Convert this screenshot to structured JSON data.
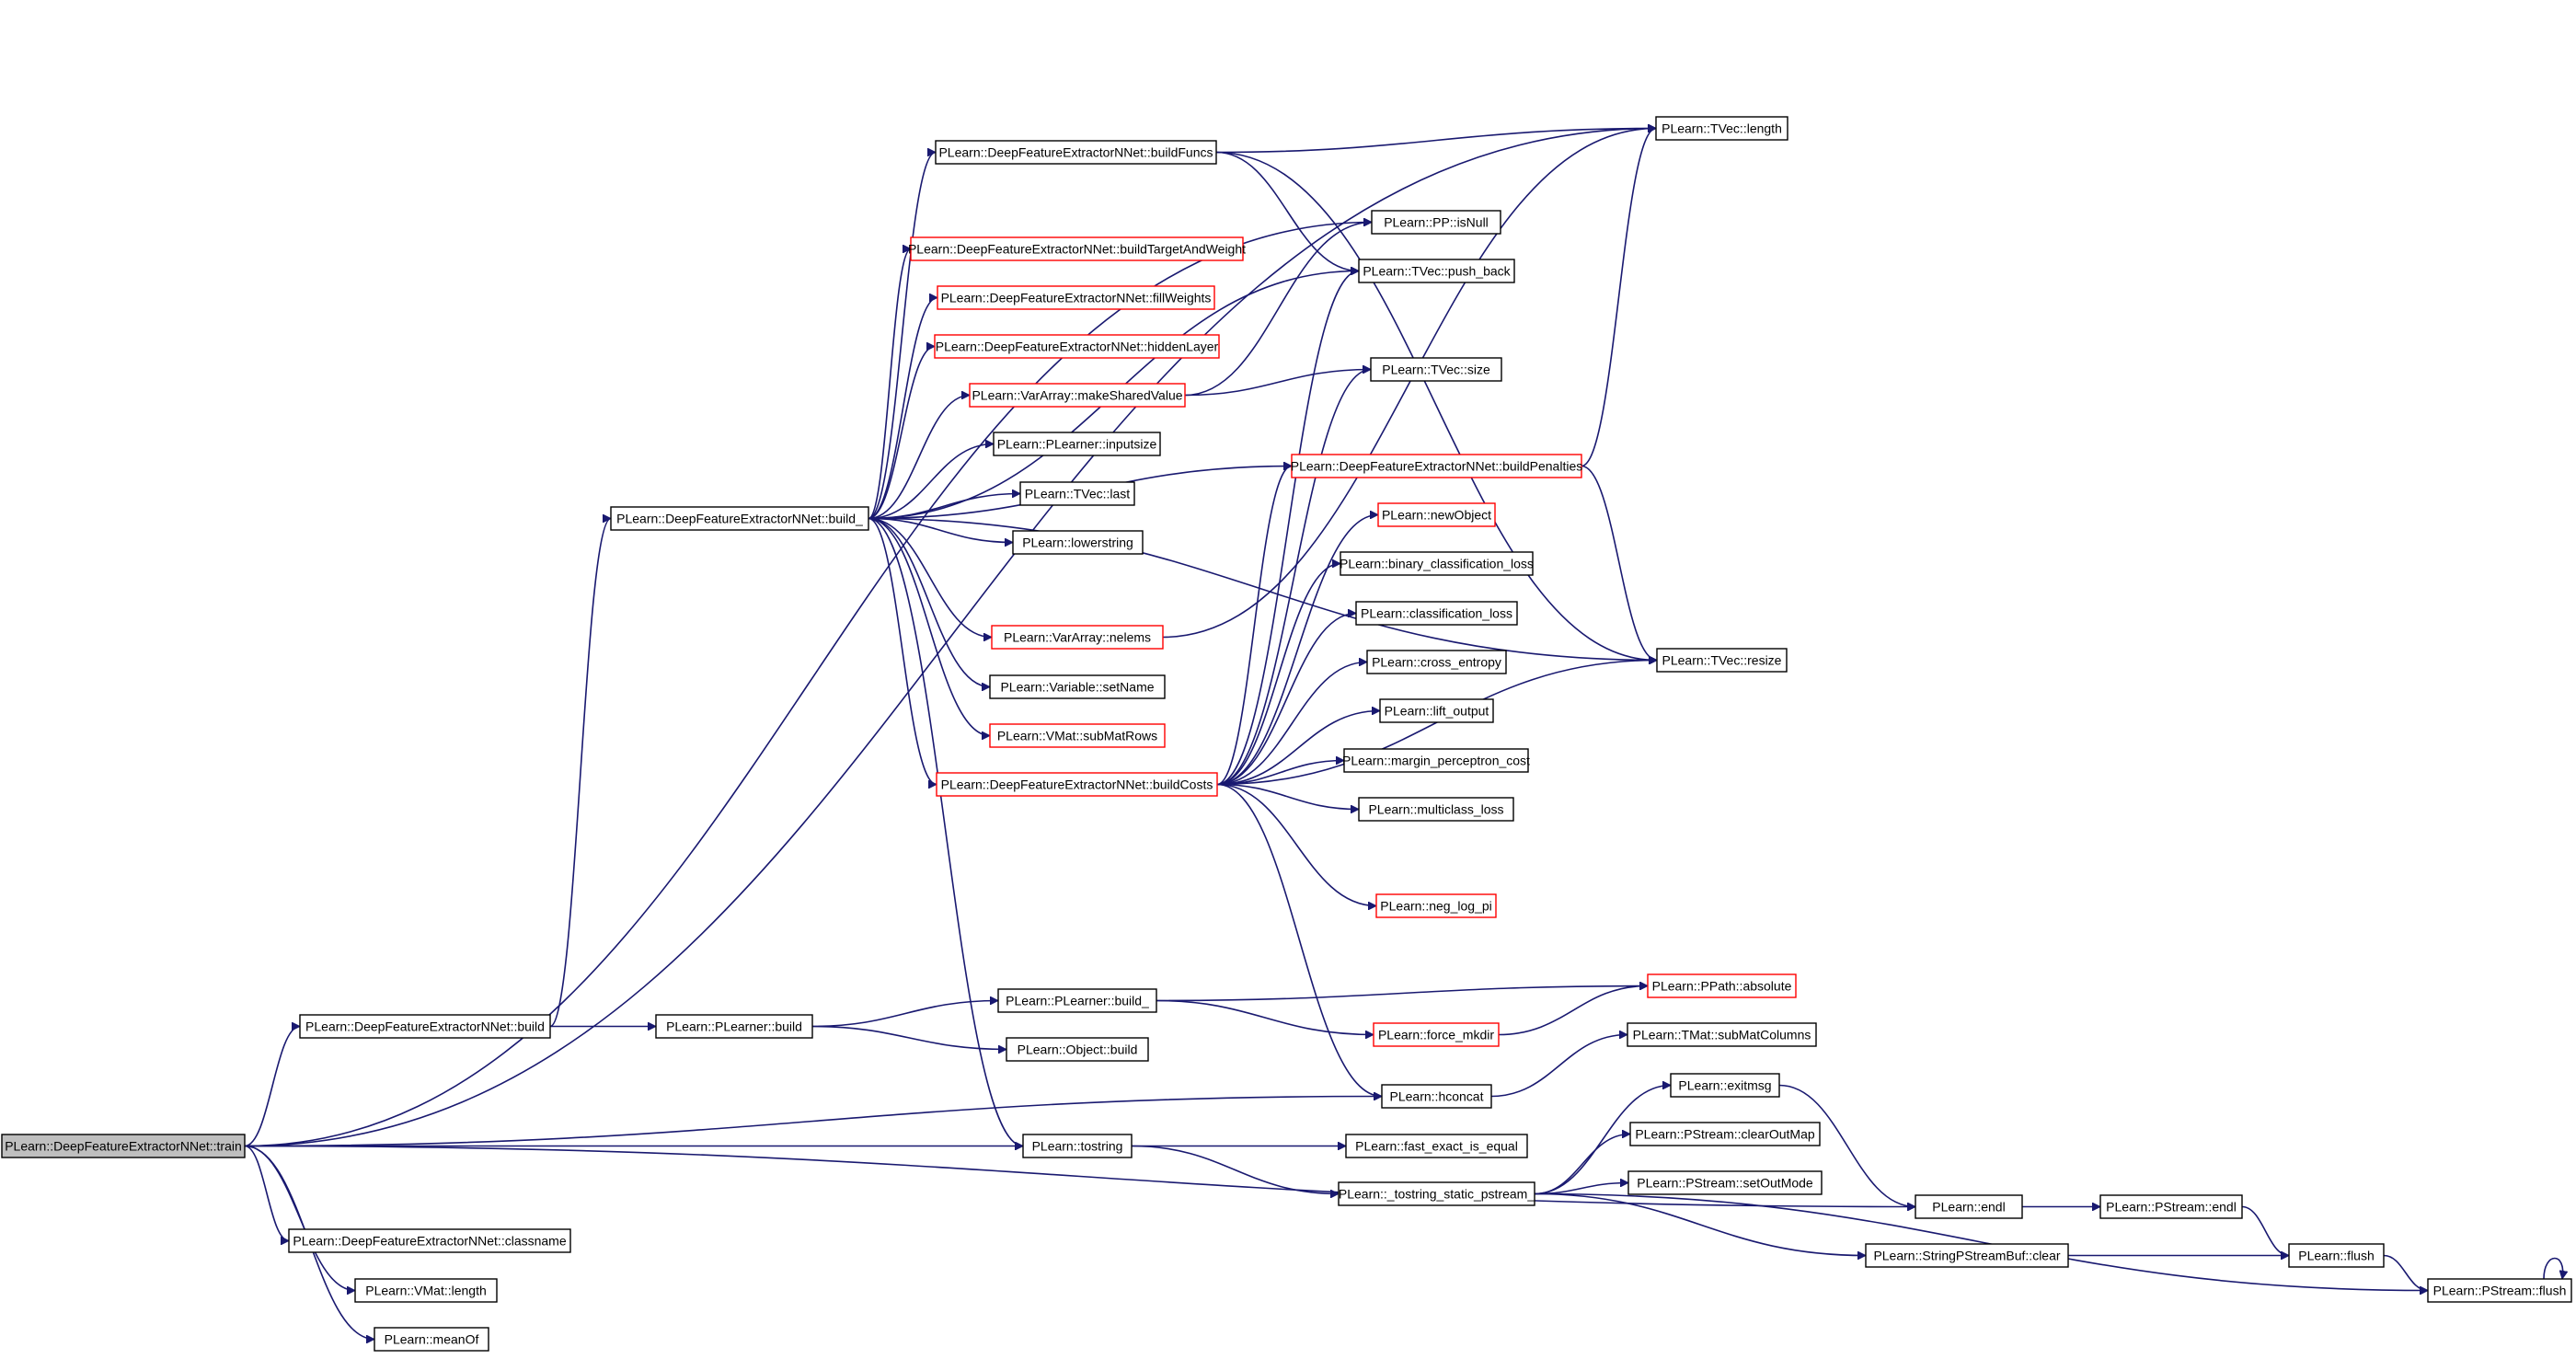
{
  "graph": {
    "edge_color": "#191970",
    "default_node_border": "#000000",
    "truncated_node_border": "#ff0000",
    "root_node_fill": "#bfbfbf",
    "nodes": [
      {
        "id": "train",
        "label": "PLearn::DeepFeatureExtractorNNet::train",
        "root": true,
        "truncated": false
      },
      {
        "id": "build",
        "label": "PLearn::DeepFeatureExtractorNNet::build",
        "truncated": false
      },
      {
        "id": "classname",
        "label": "PLearn::DeepFeatureExtractorNNet::classname",
        "truncated": false
      },
      {
        "id": "vmat_length",
        "label": "PLearn::VMat::length",
        "truncated": false
      },
      {
        "id": "meanof",
        "label": "PLearn::meanOf",
        "truncated": false
      },
      {
        "id": "build_",
        "label": "PLearn::DeepFeatureExtractorNNet::build_",
        "truncated": false
      },
      {
        "id": "plearner_build",
        "label": "PLearn::PLearner::build",
        "truncated": false
      },
      {
        "id": "buildfuncs",
        "label": "PLearn::DeepFeatureExtractorNNet::buildFuncs",
        "truncated": false
      },
      {
        "id": "buildtarget",
        "label": "PLearn::DeepFeatureExtractorNNet::buildTargetAndWeight",
        "truncated": true
      },
      {
        "id": "fillweights",
        "label": "PLearn::DeepFeatureExtractorNNet::fillWeights",
        "truncated": true
      },
      {
        "id": "hiddenlayer",
        "label": "PLearn::DeepFeatureExtractorNNet::hiddenLayer",
        "truncated": true
      },
      {
        "id": "makeshared",
        "label": "PLearn::VarArray::makeSharedValue",
        "truncated": true
      },
      {
        "id": "inputsize",
        "label": "PLearn::PLearner::inputsize",
        "truncated": false
      },
      {
        "id": "tvec_last",
        "label": "PLearn::TVec::last",
        "truncated": false
      },
      {
        "id": "lowerstring",
        "label": "PLearn::lowerstring",
        "truncated": false
      },
      {
        "id": "nelems",
        "label": "PLearn::VarArray::nelems",
        "truncated": true
      },
      {
        "id": "setname",
        "label": "PLearn::Variable::setName",
        "truncated": false
      },
      {
        "id": "submatrows",
        "label": "PLearn::VMat::subMatRows",
        "truncated": true
      },
      {
        "id": "buildcosts",
        "label": "PLearn::DeepFeatureExtractorNNet::buildCosts",
        "truncated": true
      },
      {
        "id": "plearner_build_",
        "label": "PLearn::PLearner::build_",
        "truncated": false
      },
      {
        "id": "object_build",
        "label": "PLearn::Object::build",
        "truncated": false
      },
      {
        "id": "tostring",
        "label": "PLearn::tostring",
        "truncated": false
      },
      {
        "id": "tvec_length",
        "label": "PLearn::TVec::length",
        "truncated": false
      },
      {
        "id": "isnull",
        "label": "PLearn::PP::isNull",
        "truncated": false
      },
      {
        "id": "push_back",
        "label": "PLearn::TVec::push_back",
        "truncated": false
      },
      {
        "id": "tvec_size",
        "label": "PLearn::TVec::size",
        "truncated": false
      },
      {
        "id": "buildpenalties",
        "label": "PLearn::DeepFeatureExtractorNNet::buildPenalties",
        "truncated": true
      },
      {
        "id": "newobject",
        "label": "PLearn::newObject",
        "truncated": true
      },
      {
        "id": "binary_class",
        "label": "PLearn::binary_classification_loss",
        "truncated": false
      },
      {
        "id": "class_loss",
        "label": "PLearn::classification_loss",
        "truncated": false
      },
      {
        "id": "cross_entropy",
        "label": "PLearn::cross_entropy",
        "truncated": false
      },
      {
        "id": "lift_output",
        "label": "PLearn::lift_output",
        "truncated": false
      },
      {
        "id": "margin",
        "label": "PLearn::margin_perceptron_cost",
        "truncated": false
      },
      {
        "id": "multiclass",
        "label": "PLearn::multiclass_loss",
        "truncated": false
      },
      {
        "id": "neg_log_pi",
        "label": "PLearn::neg_log_pi",
        "truncated": true
      },
      {
        "id": "tvec_resize",
        "label": "PLearn::TVec::resize",
        "truncated": false
      },
      {
        "id": "absolute",
        "label": "PLearn::PPath::absolute",
        "truncated": true
      },
      {
        "id": "force_mkdir",
        "label": "PLearn::force_mkdir",
        "truncated": true
      },
      {
        "id": "submatcolumns",
        "label": "PLearn::TMat::subMatColumns",
        "truncated": false
      },
      {
        "id": "hconcat",
        "label": "PLearn::hconcat",
        "truncated": false
      },
      {
        "id": "fast_exact",
        "label": "PLearn::fast_exact_is_equal",
        "truncated": false
      },
      {
        "id": "tostring_static",
        "label": "PLearn::_tostring_static_pstream_",
        "truncated": false
      },
      {
        "id": "exitmsg",
        "label": "PLearn::exitmsg",
        "truncated": false
      },
      {
        "id": "clearoutmap",
        "label": "PLearn::PStream::clearOutMap",
        "truncated": false
      },
      {
        "id": "setoutmode",
        "label": "PLearn::PStream::setOutMode",
        "truncated": false
      },
      {
        "id": "endl",
        "label": "PLearn::endl",
        "truncated": false
      },
      {
        "id": "pstream_endl",
        "label": "PLearn::PStream::endl",
        "truncated": false
      },
      {
        "id": "sbuf_clear",
        "label": "PLearn::StringPStreamBuf::clear",
        "truncated": false
      },
      {
        "id": "flush",
        "label": "PLearn::flush",
        "truncated": false
      },
      {
        "id": "pstream_flush",
        "label": "PLearn::PStream::flush",
        "truncated": false
      }
    ],
    "edges": [
      [
        "train",
        "tvec_length"
      ],
      [
        "train",
        "isnull"
      ],
      [
        "train",
        "build"
      ],
      [
        "train",
        "hconcat"
      ],
      [
        "train",
        "tostring"
      ],
      [
        "train",
        "endl"
      ],
      [
        "train",
        "classname"
      ],
      [
        "train",
        "vmat_length"
      ],
      [
        "train",
        "meanof"
      ],
      [
        "build",
        "build_"
      ],
      [
        "build",
        "plearner_build"
      ],
      [
        "build_",
        "buildfuncs"
      ],
      [
        "build_",
        "push_back"
      ],
      [
        "build_",
        "buildtarget"
      ],
      [
        "build_",
        "fillweights"
      ],
      [
        "build_",
        "hiddenlayer"
      ],
      [
        "build_",
        "makeshared"
      ],
      [
        "build_",
        "inputsize"
      ],
      [
        "build_",
        "tvec_last"
      ],
      [
        "build_",
        "lowerstring"
      ],
      [
        "build_",
        "buildpenalties"
      ],
      [
        "build_",
        "nelems"
      ],
      [
        "build_",
        "setname"
      ],
      [
        "build_",
        "submatrows"
      ],
      [
        "build_",
        "buildcosts"
      ],
      [
        "build_",
        "tvec_resize"
      ],
      [
        "build_",
        "tostring"
      ],
      [
        "buildfuncs",
        "tvec_length"
      ],
      [
        "buildfuncs",
        "push_back"
      ],
      [
        "buildfuncs",
        "tvec_resize"
      ],
      [
        "makeshared",
        "isnull"
      ],
      [
        "makeshared",
        "tvec_size"
      ],
      [
        "nelems",
        "tvec_length"
      ],
      [
        "buildcosts",
        "push_back"
      ],
      [
        "buildcosts",
        "tvec_size"
      ],
      [
        "buildcosts",
        "buildpenalties"
      ],
      [
        "buildcosts",
        "newobject"
      ],
      [
        "buildcosts",
        "binary_class"
      ],
      [
        "buildcosts",
        "class_loss"
      ],
      [
        "buildcosts",
        "cross_entropy"
      ],
      [
        "buildcosts",
        "lift_output"
      ],
      [
        "buildcosts",
        "margin"
      ],
      [
        "buildcosts",
        "multiclass"
      ],
      [
        "buildcosts",
        "neg_log_pi"
      ],
      [
        "buildcosts",
        "tvec_resize"
      ],
      [
        "buildcosts",
        "hconcat"
      ],
      [
        "buildpenalties",
        "tvec_length"
      ],
      [
        "buildpenalties",
        "tvec_resize"
      ],
      [
        "plearner_build",
        "plearner_build_"
      ],
      [
        "plearner_build",
        "object_build"
      ],
      [
        "plearner_build_",
        "absolute"
      ],
      [
        "plearner_build_",
        "force_mkdir"
      ],
      [
        "force_mkdir",
        "absolute"
      ],
      [
        "hconcat",
        "submatcolumns"
      ],
      [
        "tostring",
        "fast_exact"
      ],
      [
        "tostring",
        "tostring_static"
      ],
      [
        "tostring_static",
        "exitmsg"
      ],
      [
        "tostring_static",
        "clearoutmap"
      ],
      [
        "tostring_static",
        "setoutmode"
      ],
      [
        "tostring_static",
        "sbuf_clear"
      ],
      [
        "tostring_static",
        "pstream_flush"
      ],
      [
        "exitmsg",
        "endl"
      ],
      [
        "endl",
        "pstream_endl"
      ],
      [
        "pstream_endl",
        "flush"
      ],
      [
        "sbuf_clear",
        "flush"
      ],
      [
        "flush",
        "pstream_flush"
      ],
      [
        "pstream_flush",
        "pstream_flush"
      ]
    ]
  }
}
